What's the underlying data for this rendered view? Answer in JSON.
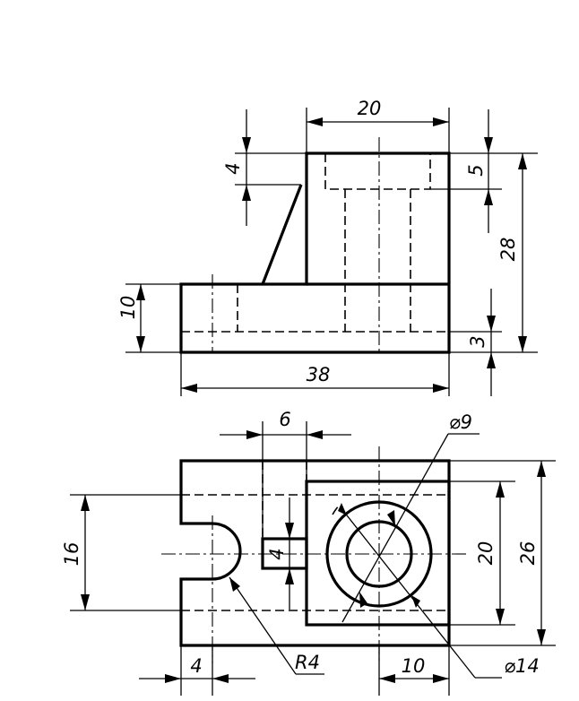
{
  "front_view": {
    "dims": {
      "width_top": "20",
      "width_total": "38",
      "height_total": "28",
      "height_base": "10",
      "rib_offset": "4",
      "counterbore_depth": "5",
      "bottom_slot_depth": "3"
    }
  },
  "top_view": {
    "dims": {
      "slot_width": "6",
      "small_hole_dia": "⌀9",
      "large_hole_dia": "⌀14",
      "notch_span": "16",
      "square_size": "20",
      "depth_total": "26",
      "pin_size": "4",
      "notch_offset": "4",
      "notch_radius": "R4",
      "hole_offset": "10"
    }
  }
}
